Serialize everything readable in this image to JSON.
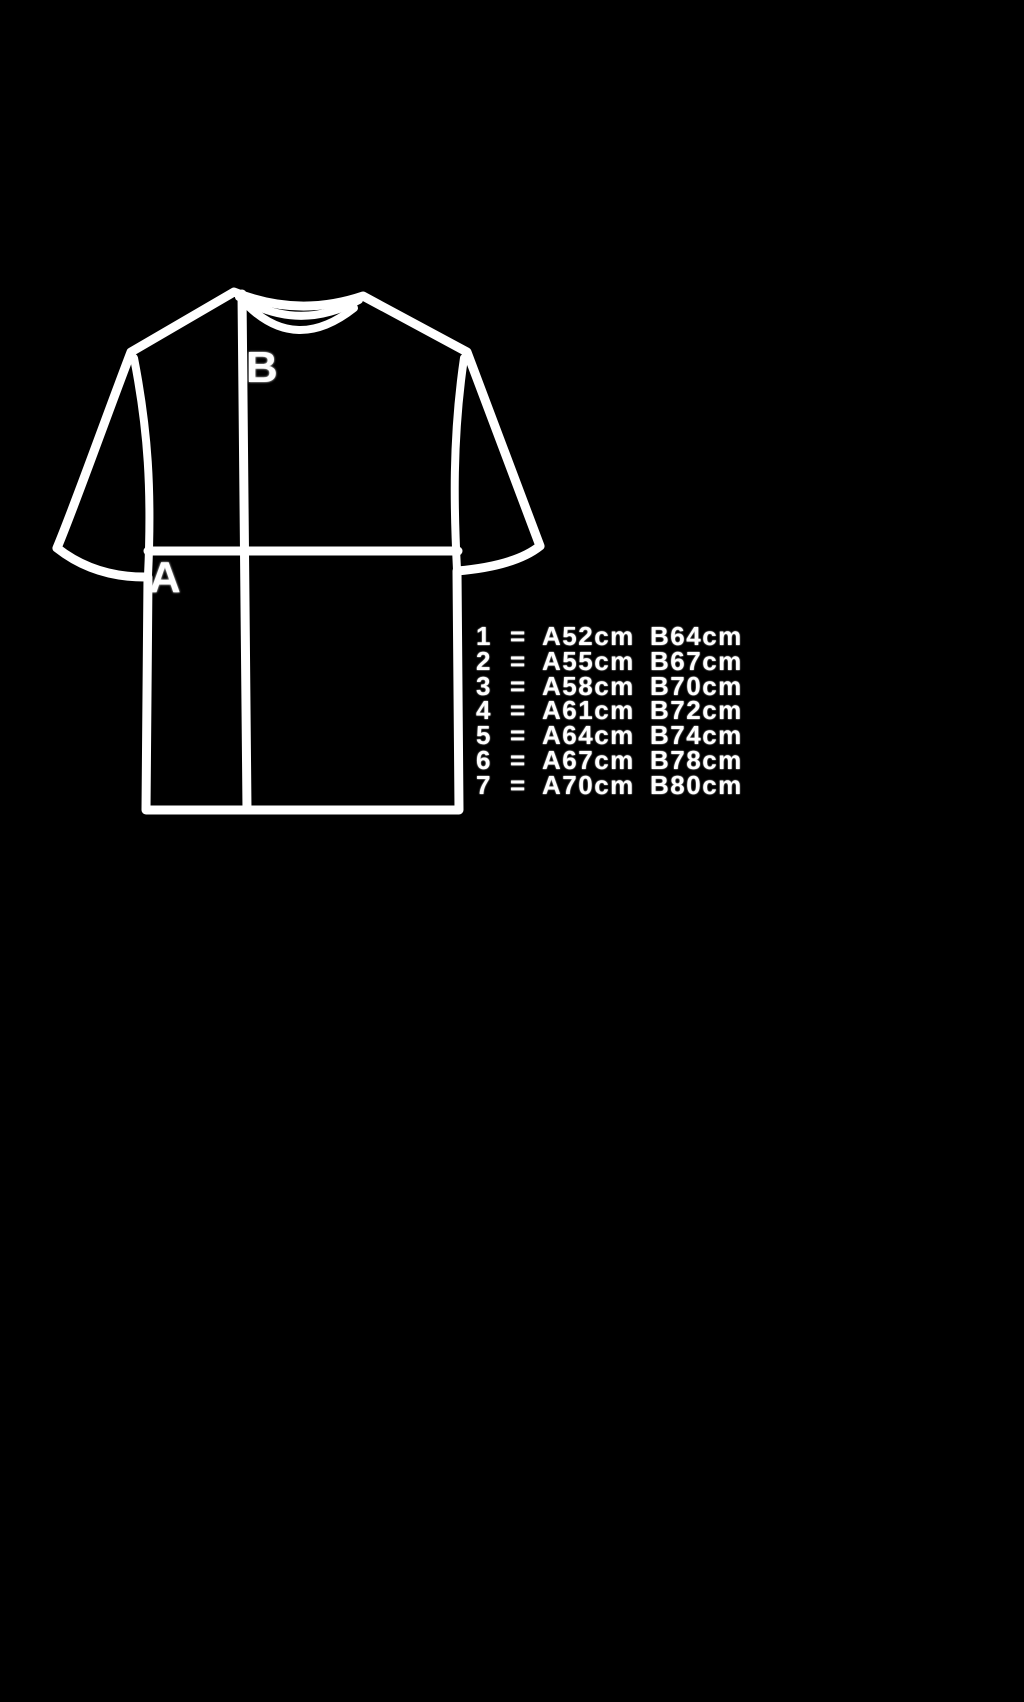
{
  "colors": {
    "background": "#000000",
    "line": "#ffffff",
    "text": "#ffffff"
  },
  "diagram": {
    "label_a": "A",
    "label_b": "B"
  },
  "size_chart": {
    "rows": [
      {
        "size": "1",
        "eq": "=",
        "a": "A52cm",
        "b": "B64cm"
      },
      {
        "size": "2",
        "eq": "=",
        "a": "A55cm",
        "b": "B67cm"
      },
      {
        "size": "3",
        "eq": "=",
        "a": "A58cm",
        "b": "B70cm"
      },
      {
        "size": "4",
        "eq": "=",
        "a": "A61cm",
        "b": "B72cm"
      },
      {
        "size": "5",
        "eq": "=",
        "a": "A64cm",
        "b": "B74cm"
      },
      {
        "size": "6",
        "eq": "=",
        "a": "A67cm",
        "b": "B78cm"
      },
      {
        "size": "7",
        "eq": "=",
        "a": "A70cm",
        "b": "B80cm"
      }
    ]
  }
}
